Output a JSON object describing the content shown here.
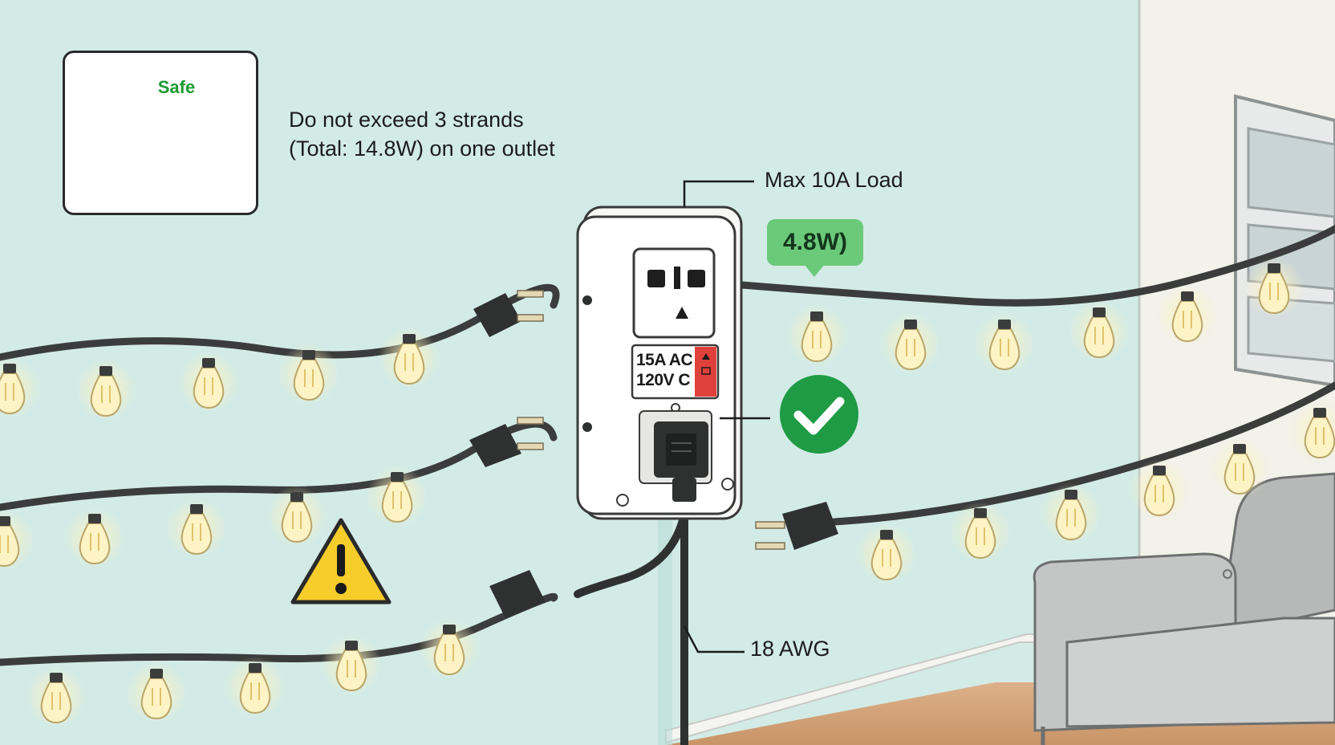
{
  "safe_card": {
    "label": "Safe",
    "label_color": "#1e9a32",
    "icons": [
      "outlet-icon",
      "arrow-right-icon",
      "power-adapter-icon",
      "lightning-icon"
    ]
  },
  "load_note": {
    "line1": "Do not exceed 3 strands",
    "line2": "(Total: 14.8W) on one outlet"
  },
  "outlet_box": {
    "max_load_label": "Max 10A Load",
    "rating_line1": "15A AC",
    "rating_line2": "120V C"
  },
  "watt_badge": {
    "text": "4.8W)",
    "color": "#6bc97a"
  },
  "wire_gauge_label": "18 AWG",
  "status_icons": [
    "check-circle-icon",
    "warning-triangle-icon"
  ],
  "colors": {
    "wall": "#d3ebe6",
    "safe_green": "#1e9a32",
    "check_green": "#1f9b45",
    "warning_yellow": "#f6cd2b",
    "bulb_glow": "#fbf2c2",
    "cable": "#3b3d3c"
  }
}
